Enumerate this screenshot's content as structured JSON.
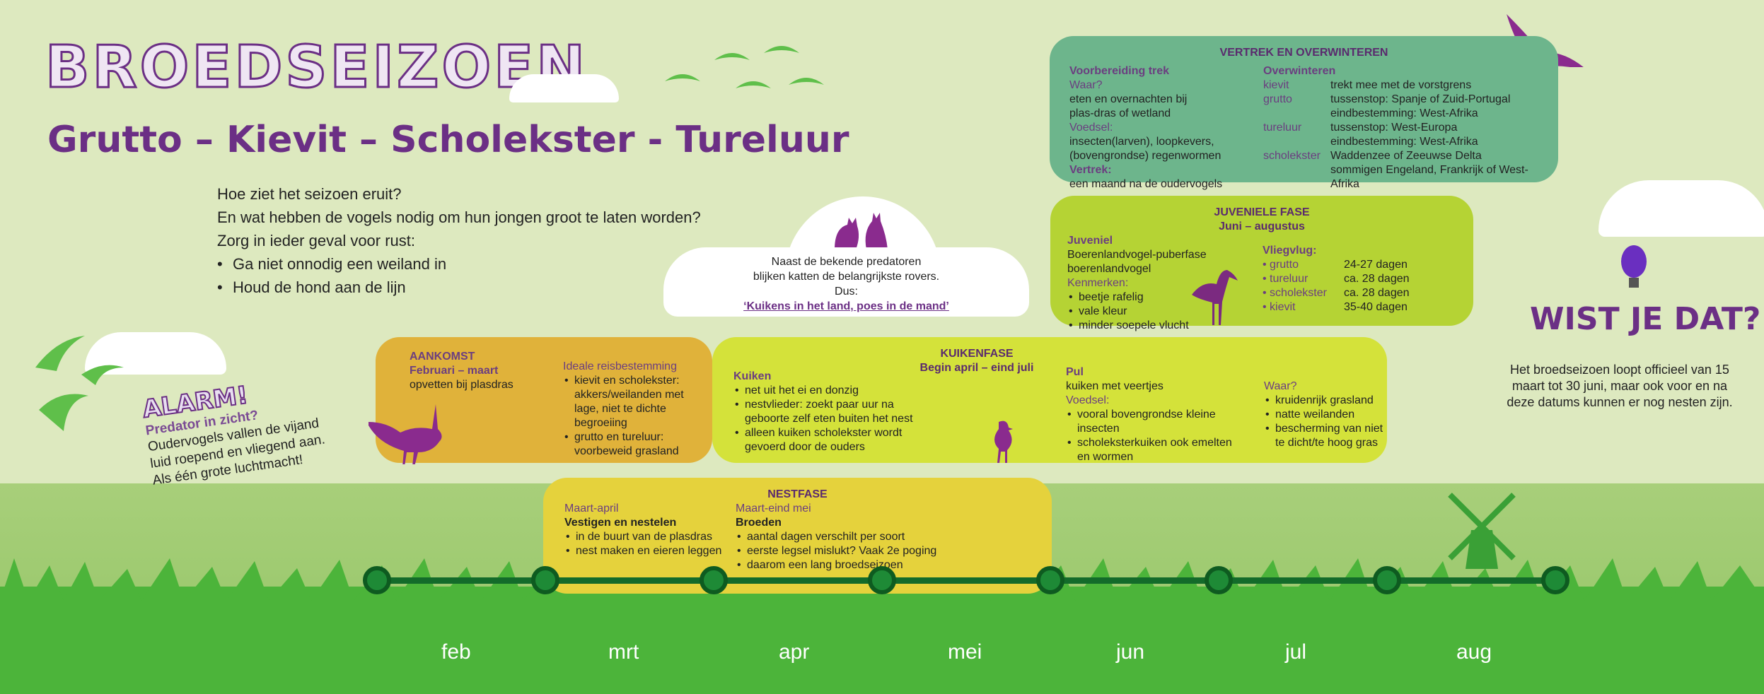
{
  "title": "BROEDSEIZOEN",
  "subtitle": "Grutto – Kievit – Scholekster - Tureluur",
  "intro": {
    "lines": [
      "Hoe ziet het seizoen eruit?",
      "En wat hebben de vogels nodig om hun jongen groot te laten worden?",
      "Zorg in ieder geval voor rust:"
    ],
    "bullets": [
      "Ga niet onnodig een weiland in",
      "Houd de hond aan de lijn"
    ]
  },
  "vertrek": {
    "title": "VERTREK EN OVERWINTEREN",
    "prep_title": "Voorbereiding trek",
    "waar_label": "Waar?",
    "waar": [
      "eten en overnachten bij",
      "plas-dras of wetland"
    ],
    "voedsel_label": "Voedsel:",
    "voedsel": [
      "insecten(larven), loopkevers,",
      "(bovengrondse) regenwormen"
    ],
    "vertrek_label": "Vertrek:",
    "vertrek": "een maand na de oudervogels",
    "over_title": "Overwinteren",
    "species": [
      {
        "name": "kievit",
        "lines": [
          "trekt mee met de vorstgrens"
        ]
      },
      {
        "name": "grutto",
        "lines": [
          "tussenstop: Spanje of Zuid-Portugal",
          "eindbestemming: West-Afrika"
        ]
      },
      {
        "name": "tureluur",
        "lines": [
          "tussenstop: West-Europa",
          "eindbestemming: West-Afrika"
        ]
      },
      {
        "name": "scholekster",
        "lines": [
          "Waddenzee of Zeeuwse Delta",
          "sommigen Engeland, Frankrijk of West-Afrika"
        ]
      }
    ]
  },
  "juveniel": {
    "title": "JUVENIELE FASE",
    "period": "Juni – augustus",
    "label": "Juveniel",
    "lines": [
      "Boerenlandvogel-puberfase",
      "boerenlandvogel"
    ],
    "kenmerken_label": "Kenmerken:",
    "kenmerken": [
      "beetje rafelig",
      "vale kleur",
      "minder soepele vlucht"
    ],
    "vlieg_label": "Vliegvlug:",
    "vlieg": [
      {
        "name": "grutto",
        "days": "24-27 dagen"
      },
      {
        "name": "tureluur",
        "days": "ca. 28 dagen"
      },
      {
        "name": "scholekster",
        "days": "ca. 28 dagen"
      },
      {
        "name": "kievit",
        "days": "35-40 dagen"
      }
    ]
  },
  "cloud": {
    "lines": [
      "Naast de bekende predatoren",
      "blijken katten de belangrijkste rovers.",
      "Dus:"
    ],
    "quote": "‘Kuikens in het land, poes in de mand’"
  },
  "aankomst": {
    "title": "AANKOMST",
    "period": "Februari – maart",
    "text": "opvetten bij plasdras",
    "ideal_label": "Ideale reisbestemming",
    "ideal": [
      "kievit en scholekster: akkers/weilanden met lage, niet te dichte begroeiing",
      "grutto en tureluur: voorbeweid grasland"
    ]
  },
  "kuiken": {
    "title": "KUIKENFASE",
    "period": "Begin april – eind juli",
    "kuiken_label": "Kuiken",
    "kuiken": [
      "net uit het ei en donzig",
      "nestvlieder: zoekt paar uur na geboorte zelf eten buiten het nest",
      "alleen kuiken scholekster wordt gevoerd door de ouders"
    ],
    "pul_label": "Pul",
    "pul_text": "kuiken met veertjes",
    "voedsel_label": "Voedsel:",
    "voedsel": [
      "vooral bovengrondse kleine insecten",
      "scholeksterkuiken ook emelten en wormen"
    ],
    "waar_label": "Waar?",
    "waar": [
      "kruidenrijk grasland",
      "natte weilanden",
      "bescherming van niet te dicht/te hoog gras"
    ]
  },
  "nest": {
    "title": "NESTFASE",
    "p1": "Maart-april",
    "h1": "Vestigen en nestelen",
    "l1": [
      "in de buurt van de plasdras",
      "nest maken en eieren leggen"
    ],
    "p2": "Maart-eind mei",
    "h2": "Broeden",
    "l2": [
      "aantal dagen verschilt per soort",
      "eerste legsel mislukt? Vaak 2e poging",
      "daarom een lang broedseizoen"
    ]
  },
  "wist": {
    "title": "WIST JE DAT?",
    "text": "Het broedseizoen loopt officieel van 15 maart tot 30 juni, maar ook voor en na deze datums kunnen er nog nesten zijn."
  },
  "alarm": {
    "title": "ALARM!",
    "sub": "Predator in zicht?",
    "lines": [
      "Oudervogels vallen de vijand",
      "luid roepend en vliegend aan.",
      "Als één grote luchtmacht!"
    ]
  },
  "months": [
    "feb",
    "mrt",
    "apr",
    "mei",
    "jun",
    "jul",
    "aug"
  ],
  "colors": {
    "purple": "#6b2f85",
    "vertrek": "#6db58c",
    "juveniel": "#b5d334",
    "aankomst": "#e0b23a",
    "kuiken": "#d4e23a",
    "nest": "#e5d23c",
    "timeline": "#136b2a"
  }
}
